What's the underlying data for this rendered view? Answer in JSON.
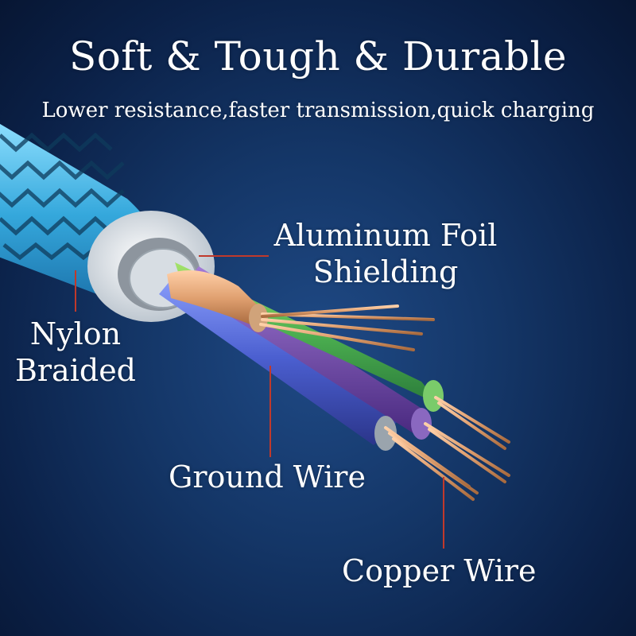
{
  "headline": "Soft & Tough & Durable",
  "subline": "Lower resistance,faster transmission,quick charging",
  "labels": {
    "foil": [
      "Aluminum Foil",
      "Shielding"
    ],
    "nylon": [
      "Nylon",
      "Braided"
    ],
    "ground": "Ground Wire",
    "copper": "Copper Wire"
  },
  "colors": {
    "background": "#143667",
    "braid": "#3fb6e6",
    "text": "#ffffff",
    "leader_line": "#c0392b",
    "wire_green": "#4caf50",
    "wire_blue": "#4b5fd0",
    "wire_purple": "#6a3fa8",
    "wire_copper": "#e0a070"
  }
}
